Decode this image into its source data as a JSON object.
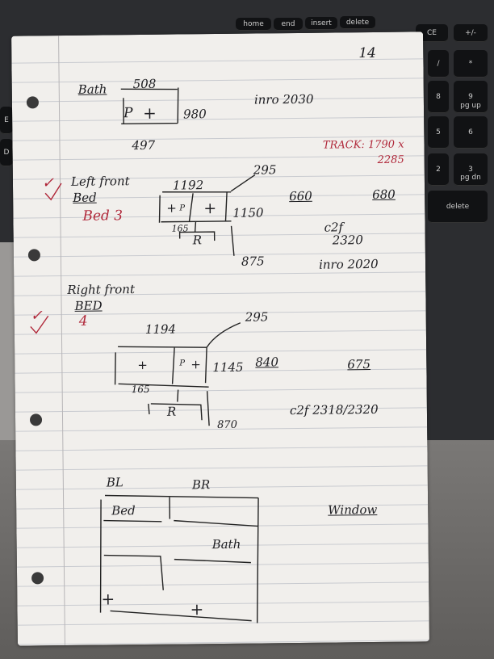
{
  "keyboard": {
    "keys": [
      "home",
      "end",
      "insert",
      "delete",
      "CE",
      "+/-",
      "/",
      "*",
      "8",
      "9",
      "pg up",
      "5",
      "6",
      "2",
      "3",
      "pg dn",
      "delete",
      "E",
      "D"
    ]
  },
  "page": {
    "page_number": "14",
    "bath": {
      "label": "Bath",
      "top": "508",
      "side": "980",
      "bottom": "497",
      "note": "inro 2030",
      "symbols": [
        "P",
        "+"
      ]
    },
    "track": "TRACK: 1790 x 2285",
    "left_front_bed": {
      "label_line1": "Left front",
      "label_line2": "Bed",
      "red_label": "Bed 3",
      "top": "1192",
      "corner": "295",
      "side": "1150",
      "small": "165",
      "door": "R",
      "bottom": "875",
      "dim1": "660",
      "dim2": "680",
      "note1_line1": "c2f",
      "note1_line2": "2320",
      "note2": "inro 2020",
      "symbols": [
        "+",
        "P",
        "+"
      ]
    },
    "right_front_bed": {
      "label_line1": "Right front",
      "label_line2": "BED",
      "red_label": "4",
      "top": "1194",
      "corner": "295",
      "side": "1145",
      "small": "165",
      "door": "R",
      "bottom": "870",
      "dim1": "840",
      "dim2": "675",
      "note": "c2f 2318/2320",
      "symbols": [
        "+",
        "P",
        "+"
      ]
    },
    "plan": {
      "bl": "BL",
      "br": "BR",
      "bed": "Bed",
      "bath": "Bath",
      "window": "Window",
      "plus1": "+",
      "plus2": "+"
    },
    "checkmarks": [
      "✓",
      "✓"
    ]
  }
}
